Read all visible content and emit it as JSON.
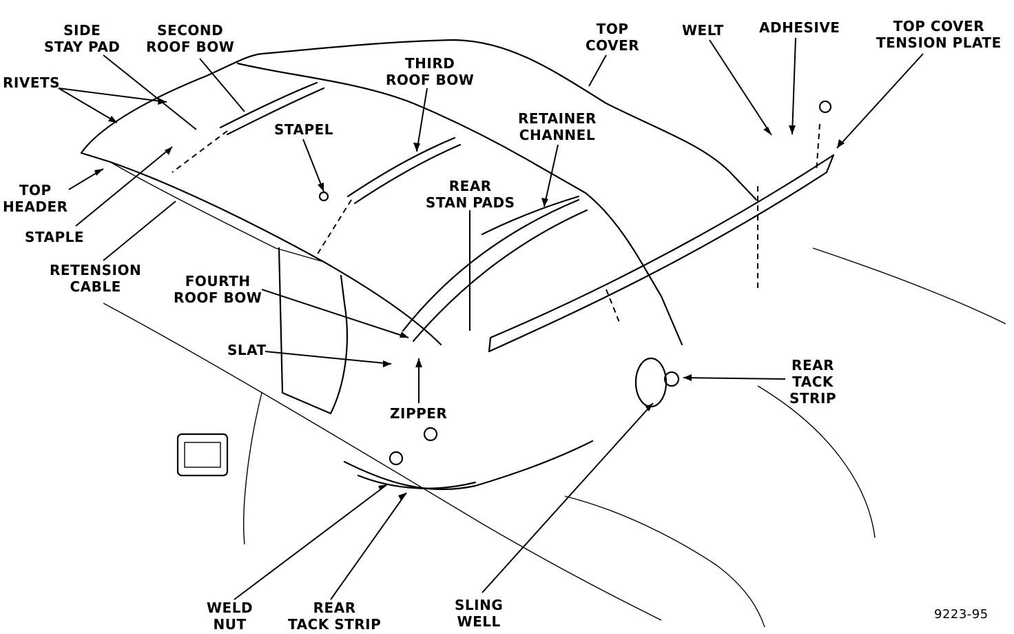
{
  "figure_id": "9223-95",
  "labels": {
    "side_stay_pad": [
      "SIDE",
      "STAY PAD"
    ],
    "second_roof_bow": [
      "SECOND",
      "ROOF BOW"
    ],
    "top_cover": [
      "TOP",
      "COVER"
    ],
    "welt": [
      "WELT"
    ],
    "adhesive": [
      "ADHESIVE"
    ],
    "top_cover_tension_plate": [
      "TOP COVER",
      "TENSION PLATE"
    ],
    "rivets": [
      "RIVETS"
    ],
    "third_roof_bow": [
      "THIRD",
      "ROOF BOW"
    ],
    "retainer_channel": [
      "RETAINER",
      "CHANNEL"
    ],
    "stapel": [
      "STAPEL"
    ],
    "rear_stan_pads": [
      "REAR",
      "STAN PADS"
    ],
    "top_header": [
      "TOP",
      "HEADER"
    ],
    "staple": [
      "STAPLE"
    ],
    "retension_cable": [
      "RETENSION",
      "CABLE"
    ],
    "fourth_roof_bow": [
      "FOURTH",
      "ROOF BOW"
    ],
    "slat": [
      "SLAT"
    ],
    "zipper": [
      "ZIPPER"
    ],
    "rear_tack_strip_right": [
      "REAR",
      "TACK",
      "STRIP"
    ],
    "weld_nut": [
      "WELD",
      "NUT"
    ],
    "rear_tack_strip_bottom": [
      "REAR",
      "TACK STRIP"
    ],
    "sling_well": [
      "SLING",
      "WELL"
    ]
  }
}
